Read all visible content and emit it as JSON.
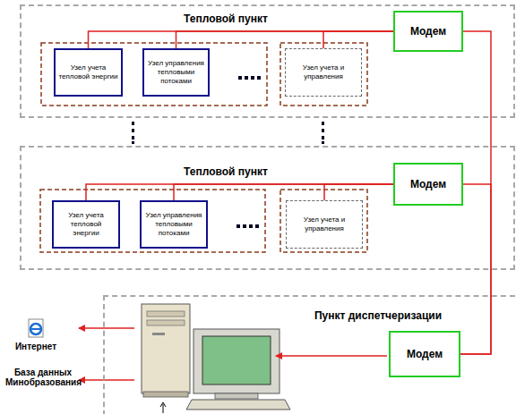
{
  "diagram": {
    "nodes": [
      {
        "text": [
          "Тепловой пункт"
        ]
      },
      {
        "text": [
          "Узел учета тепловой энергии"
        ],
        "in": 0
      },
      {
        "text": [
          "Узел управления тепловыми потоками"
        ],
        "in": 0
      },
      {
        "text": [
          "Узел учета и управления"
        ],
        "in": 0
      },
      {
        "text": [
          "Модем"
        ],
        "in": 0
      },
      {
        "text": [
          "Тепловой пункт"
        ]
      },
      {
        "text": [
          "Узел учета тепловой энергии"
        ],
        "in": 5
      },
      {
        "text": [
          "Узел управления тепловыми потоками"
        ],
        "in": 5
      },
      {
        "text": [
          "Узел учета и управления"
        ],
        "in": 5
      },
      {
        "text": [
          "Модем"
        ],
        "in": 5
      },
      {
        "text": [
          "Пункт диспетчеризации"
        ]
      },
      {
        "text": [
          "Модем"
        ],
        "in": 10
      }
    ],
    "edges": [
      {
        "from": 4,
        "to": 1,
        "arrow": "none"
      },
      {
        "from": 4,
        "to": 2,
        "arrow": "none"
      },
      {
        "from": 4,
        "to": 3,
        "arrow": "none"
      },
      {
        "from": 9,
        "to": 6,
        "arrow": "none"
      },
      {
        "from": 9,
        "to": 7,
        "arrow": "none"
      },
      {
        "from": 9,
        "to": 8,
        "arrow": "none"
      },
      {
        "from": 4,
        "to": 11,
        "arrow": "none"
      },
      {
        "from": 9,
        "to": 11,
        "arrow": "none"
      }
    ],
    "labels": [
      "Интернет",
      "База данных Минобразования"
    ]
  }
}
